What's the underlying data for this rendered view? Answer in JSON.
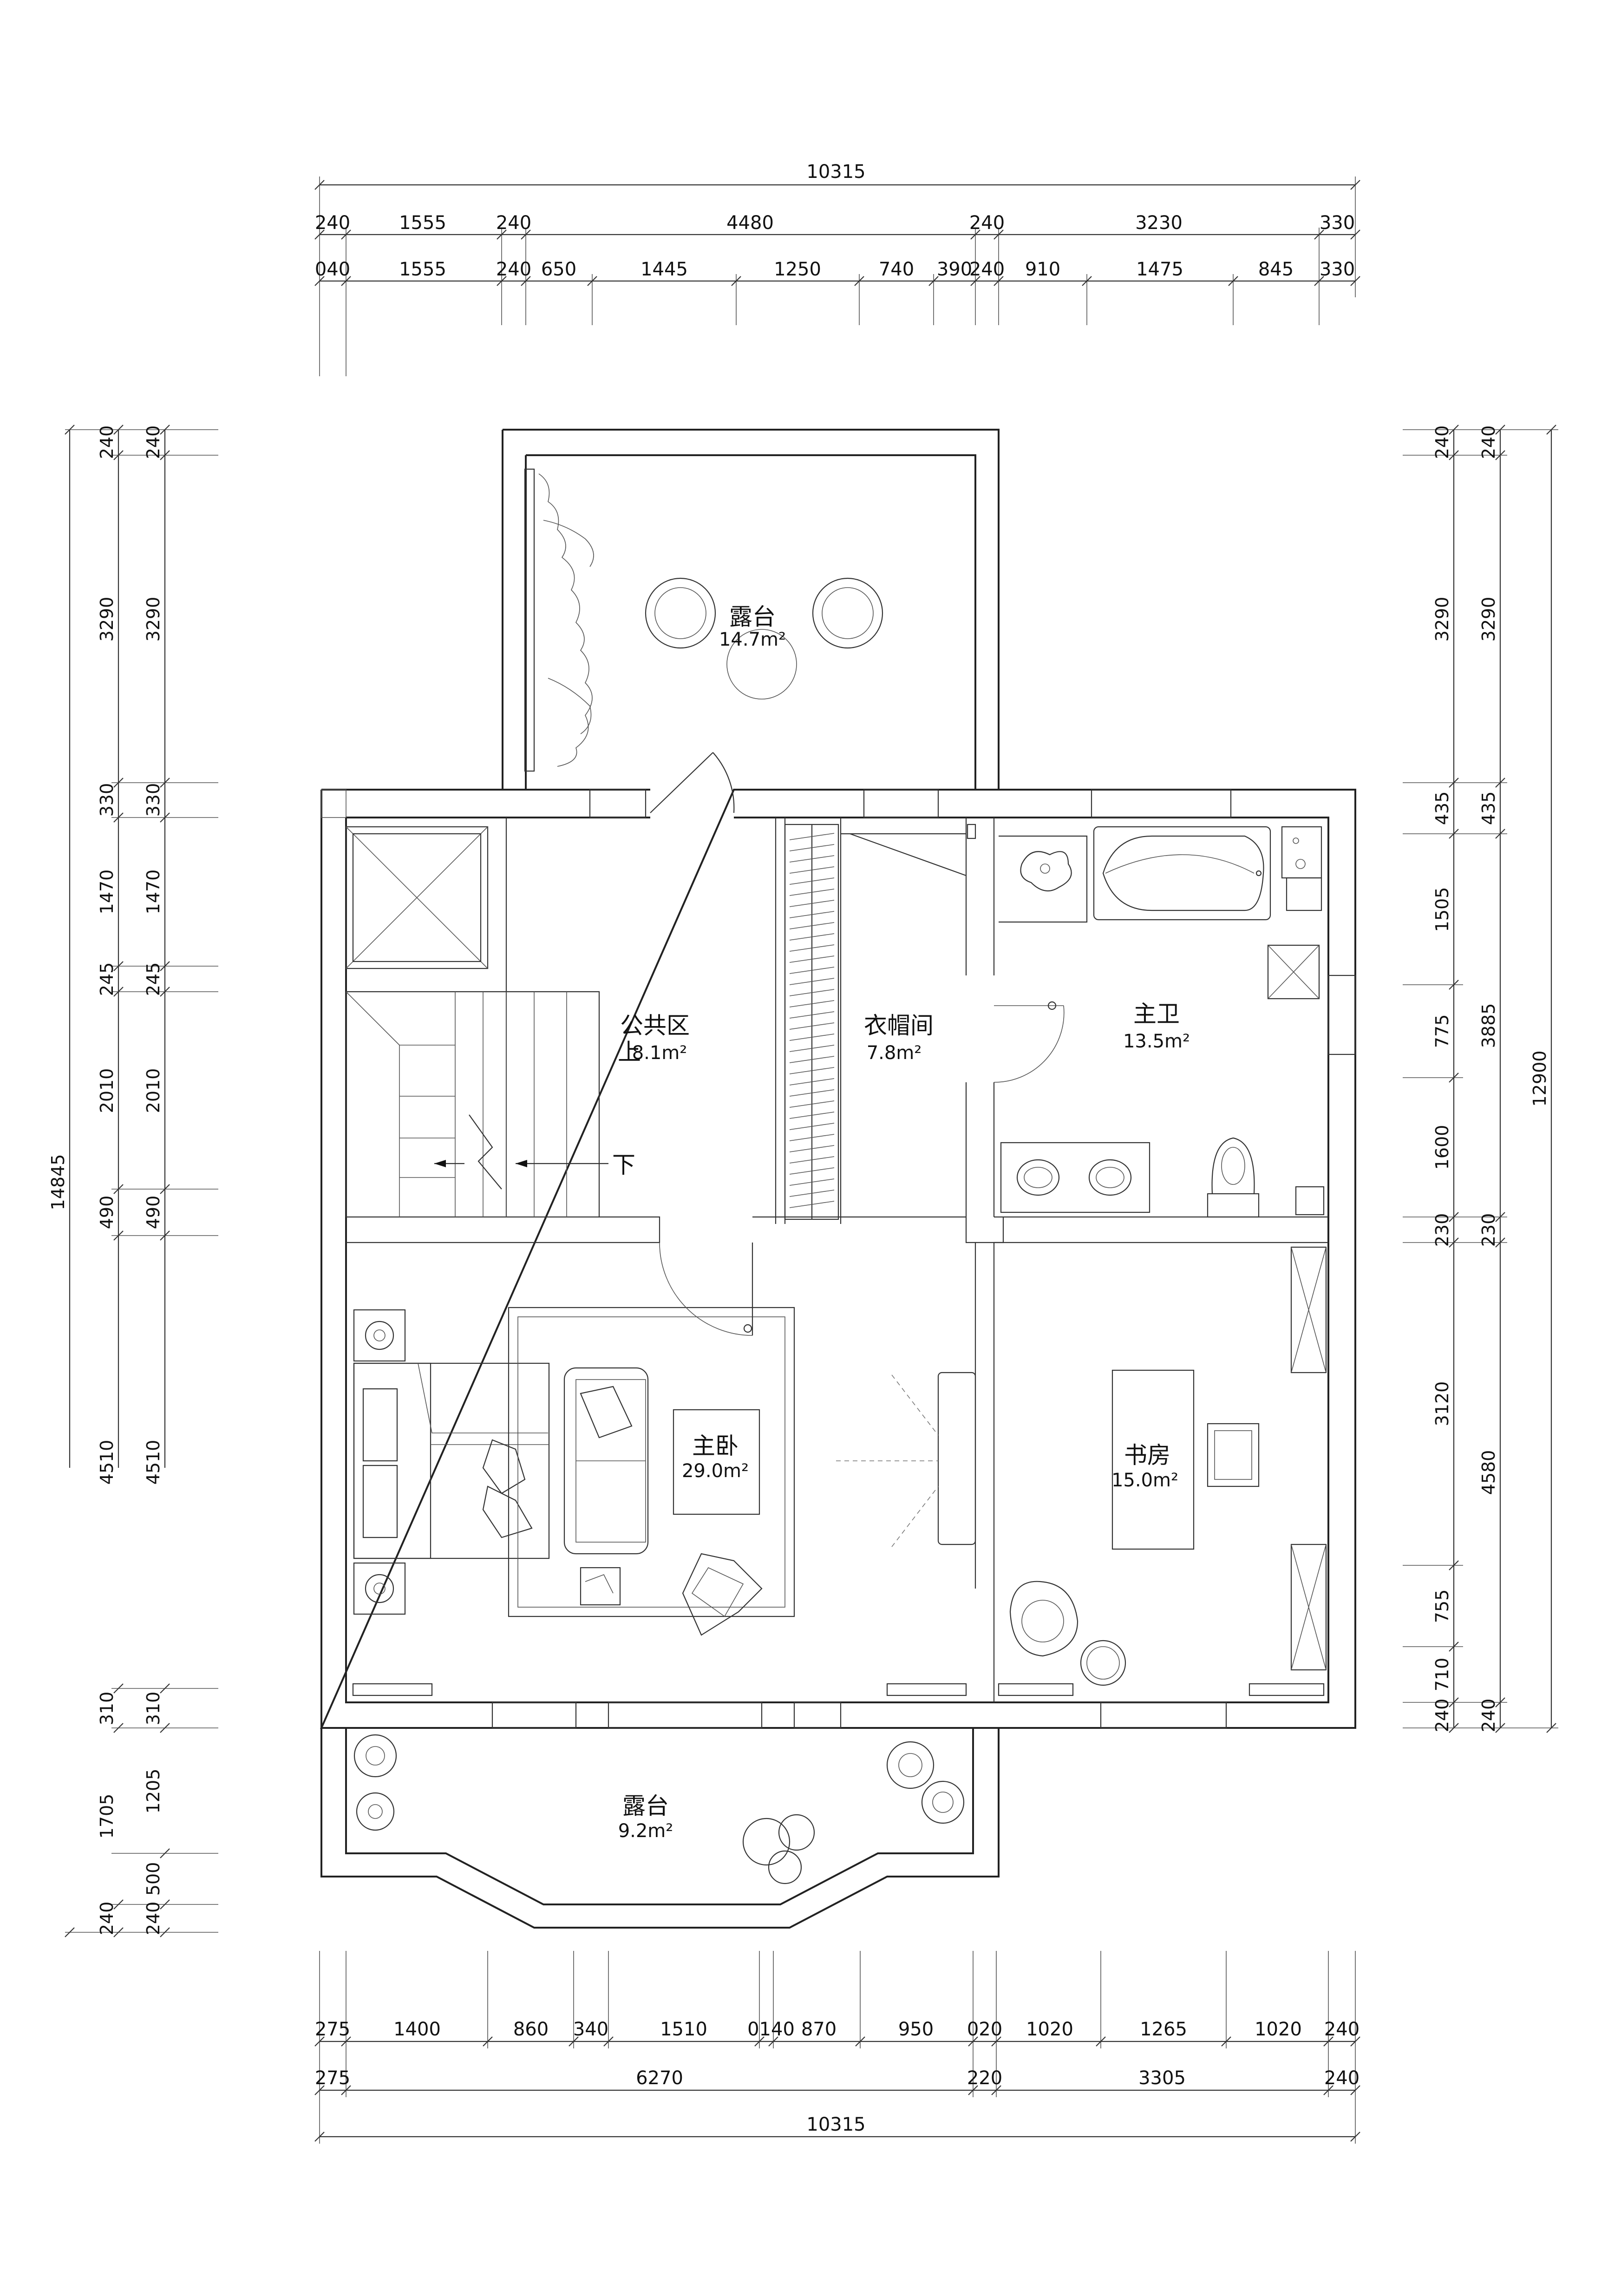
{
  "top_dimensions": {
    "total": "10315",
    "row1": [
      "240",
      "1555",
      "240",
      "4480",
      "240",
      "3230",
      "330"
    ],
    "row2": [
      "040",
      "1555",
      "240",
      "650",
      "1445",
      "1250",
      "740",
      "390",
      "240",
      "910",
      "1475",
      "845",
      "330"
    ]
  },
  "bottom_dimensions": {
    "row1": [
      "275",
      "1400",
      "860",
      "340",
      "1510",
      "0140",
      "870",
      "950",
      "020",
      "1020",
      "1265",
      "1020",
      "240"
    ],
    "row2": [
      "275",
      "6270",
      "220",
      "3305",
      "240"
    ],
    "total": "10315"
  },
  "left_dimensions": {
    "outer_total": "14845",
    "col_a": [
      "240",
      "3290",
      "330",
      "1470",
      "245",
      "2010",
      "490",
      "4510",
      "310",
      "1705",
      "240"
    ],
    "col_b": [
      "240",
      "3290",
      "330",
      "1470",
      "245",
      "2010",
      "490",
      "4510",
      "310",
      "1205",
      "500",
      "240"
    ]
  },
  "right_dimensions": {
    "col_a": [
      "240",
      "3290",
      "435",
      "1505",
      "775",
      "1600",
      "230",
      "3120",
      "755",
      "710",
      "240"
    ],
    "col_b": [
      "240",
      "3290",
      "435",
      "3885",
      "230",
      "4580",
      "240"
    ],
    "outer_total": "12900"
  },
  "rooms": {
    "terrace_top": {
      "name": "露台",
      "area": "14.7m²"
    },
    "public": {
      "name": "公共区",
      "area": "8.1m²"
    },
    "wardrobe": {
      "name": "衣帽间",
      "area": "7.8m²"
    },
    "master_bath": {
      "name": "主卫",
      "area": "13.5m²"
    },
    "master_bedroom": {
      "name": "主卧",
      "area": "29.0m²"
    },
    "study": {
      "name": "书房",
      "area": "15.0m²"
    },
    "terrace_bottom": {
      "name": "露台",
      "area": "9.2m²"
    }
  },
  "stairs": {
    "up": "上",
    "down": "下"
  }
}
